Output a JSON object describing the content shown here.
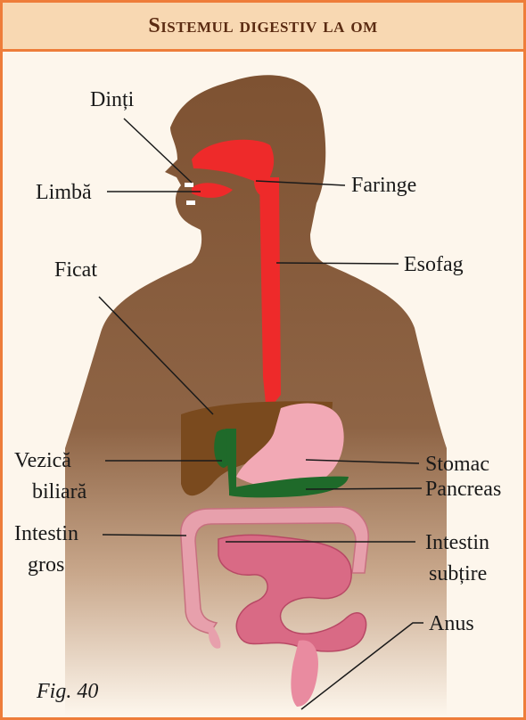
{
  "title": "Sistemul digestiv la om",
  "figure_caption": "Fig. 40",
  "labels": {
    "dinti": "Dinți",
    "limba": "Limbă",
    "faringe": "Faringe",
    "esofag": "Esofag",
    "ficat": "Ficat",
    "vezica_line1": "Vezică",
    "vezica_line2": "biliară",
    "stomac": "Stomac",
    "pancreas": "Pancreas",
    "intestin_gros_line1": "Intestin",
    "intestin_gros_line2": "gros",
    "intestin_subtire_line1": "Intestin",
    "intestin_subtire_line2": "subțire",
    "anus": "Anus"
  },
  "colors": {
    "frame": "#ee7d3a",
    "header_bg": "#f8d8b2",
    "body": "#8a5a3a",
    "digestive_tract": "#ee2a2a",
    "liver": "#7a4a1e",
    "gallbladder_pancreas": "#1f6a2a",
    "stomach": "#f2a9b5",
    "large_intestine": "#e7a0ac",
    "small_intestine": "#d96a85"
  }
}
